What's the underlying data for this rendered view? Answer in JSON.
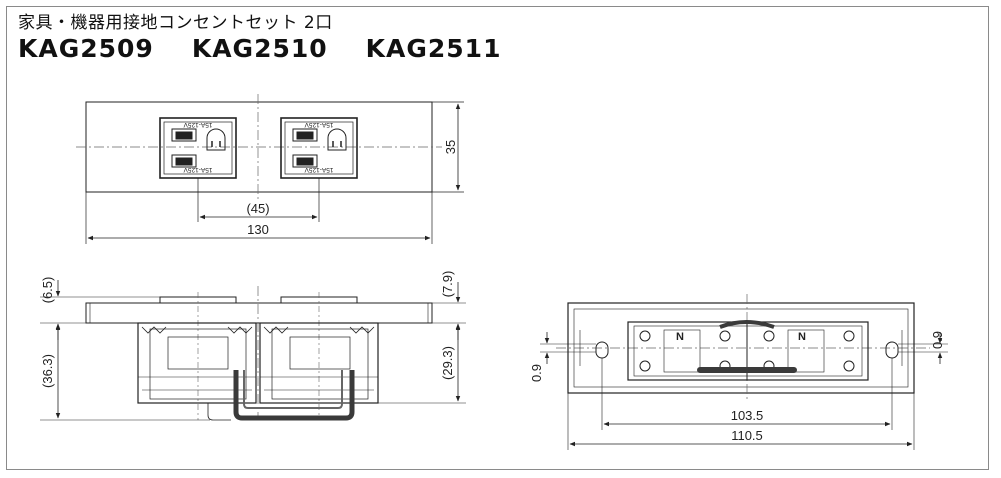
{
  "header": {
    "title": "家具・機器用接地コンセントセット 2口",
    "models": [
      "KAG2509",
      "KAG2510",
      "KAG2511"
    ]
  },
  "top_view": {
    "dim_height": "35",
    "dim_pitch": "(45)",
    "dim_width": "130",
    "outlet_label_top": "15A-125V",
    "outlet_label_bottom": "15A-125V"
  },
  "side_view": {
    "dim_front": "(6.5)",
    "dim_depth": "(36.3)",
    "dim_right_top": "(7.9)",
    "dim_right_depth": "(29.3)"
  },
  "back_view": {
    "dim_left": "0.9",
    "dim_right": "0.9",
    "dim_inner": "103.5",
    "dim_outer": "110.5",
    "terminal_mark": "N"
  },
  "colors": {
    "line": "#222222",
    "center_line": "#555555",
    "wire": "#3a3a3a"
  }
}
